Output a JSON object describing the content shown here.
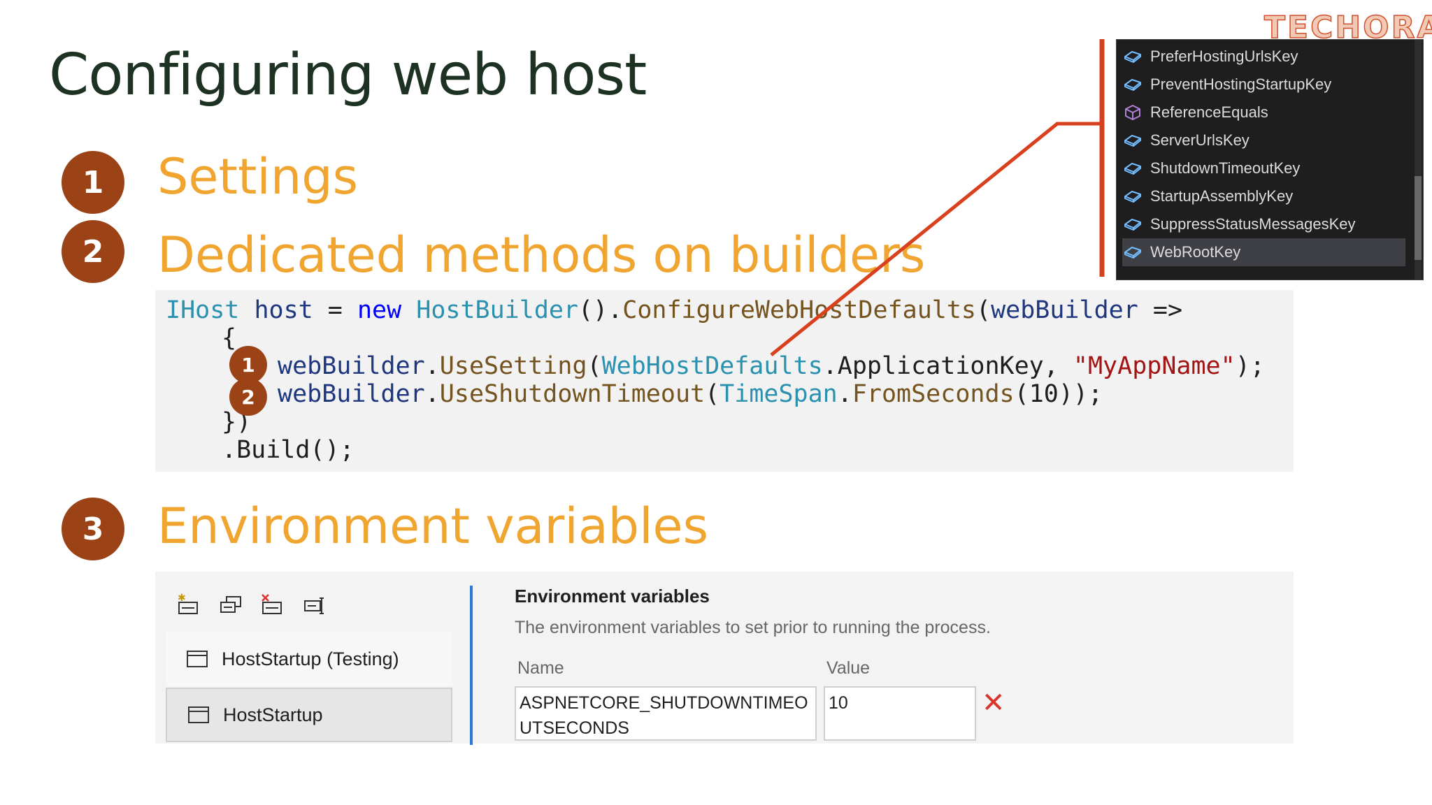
{
  "logo": "TECHORAMA",
  "title": "Configuring web host",
  "points": [
    {
      "number": "1",
      "label": "Settings"
    },
    {
      "number": "2",
      "label": "Dedicated methods on builders"
    },
    {
      "number": "3",
      "label": "Environment variables"
    }
  ],
  "code": {
    "l1": {
      "type": "IHost",
      "var": "host",
      "eq": " = ",
      "new": "new",
      "cls": "HostBuilder",
      "m": "ConfigureWebHostDefaults",
      "p": "webBuilder",
      "arrow": " =>"
    },
    "l2": "{",
    "l3": {
      "obj": "webBuilder",
      "m": "UseSetting",
      "cls": "WebHostDefaults",
      "key": ".ApplicationKey, ",
      "str": "\"MyAppName\"",
      "end": ");"
    },
    "l4": {
      "obj": "webBuilder",
      "m": "UseShutdownTimeout",
      "cls": "TimeSpan",
      "m2": "FromSeconds",
      "arg": "(10));"
    },
    "l5": "})",
    "l6": ".Build();",
    "markers": [
      "1",
      "2"
    ]
  },
  "intellisense": {
    "items": [
      {
        "label": "PreferHostingUrlsKey",
        "icon": "field-icon"
      },
      {
        "label": "PreventHostingStartupKey",
        "icon": "field-icon"
      },
      {
        "label": "ReferenceEquals",
        "icon": "method-icon"
      },
      {
        "label": "ServerUrlsKey",
        "icon": "field-icon"
      },
      {
        "label": "ShutdownTimeoutKey",
        "icon": "field-icon"
      },
      {
        "label": "StartupAssemblyKey",
        "icon": "field-icon"
      },
      {
        "label": "SuppressStatusMessagesKey",
        "icon": "field-icon"
      },
      {
        "label": "WebRootKey",
        "icon": "field-icon",
        "selected": true
      }
    ]
  },
  "launch_profiles": {
    "toolbar": [
      "new-profile-icon",
      "copy-profile-icon",
      "delete-profile-icon",
      "rename-profile-icon"
    ],
    "profiles": [
      {
        "label": "HostStartup (Testing)",
        "selected": false
      },
      {
        "label": "HostStartup",
        "selected": true
      }
    ]
  },
  "env_panel": {
    "title": "Environment variables",
    "description": "The environment variables to set prior to running the process.",
    "name_header": "Name",
    "value_header": "Value",
    "rows": [
      {
        "name": "ASPNETCORE_SHUTDOWNTIMEOUTSECONDS",
        "value": "10"
      }
    ]
  },
  "colors": {
    "accent_orange": "#f0a530",
    "marker_brown": "#9b4316",
    "connector_red": "#d9411e",
    "title_green": "#1e3224"
  }
}
